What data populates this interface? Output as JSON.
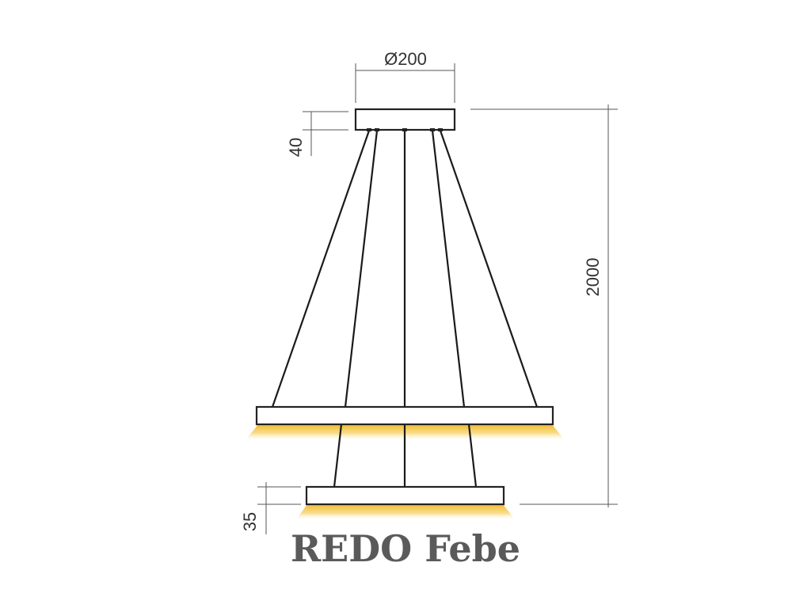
{
  "drawing": {
    "dimensions": {
      "canopy_diameter": "Ø200",
      "canopy_height": "40",
      "total_height": "2000",
      "ring_height": "35"
    },
    "brand_label": "REDO Febe",
    "colors": {
      "line": "#222222",
      "dimension": "#555555",
      "glow": "#f3c64a",
      "label": "#5a5a5a"
    }
  }
}
